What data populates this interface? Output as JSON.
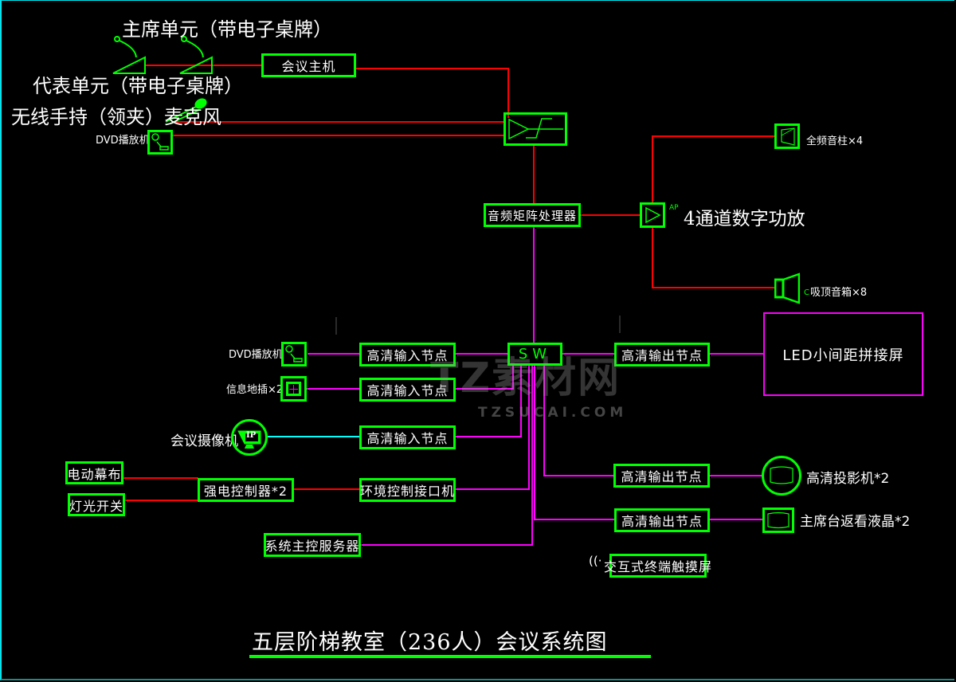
{
  "title": "五层阶梯教室（236人）会议系统图",
  "colors": {
    "background": "#000000",
    "box_border": "#00ff00",
    "audio_wire": "#ff0000",
    "video_wire": "#ff00ff",
    "camera_wire": "#00ffff",
    "frame": "#00e5ee",
    "text": "#ffffff"
  },
  "audio_section": {
    "chairman_unit_label": "主席单元（带电子桌牌）",
    "delegate_unit_label": "代表单元（带电子桌牌）",
    "wireless_mic_label": "无线手持（领夹）麦克风",
    "dvd_label": "DVD播放机",
    "conference_host": "会议主机",
    "audio_matrix": "音频矩阵处理器",
    "amp_tag": "AP",
    "amplifier_label": "4通道数字功放",
    "full_range_speaker": "全频音柱×4",
    "ceiling_speaker": "吸顶音箱×8",
    "ceiling_speaker_tag": "C"
  },
  "video_section": {
    "switch": "SW",
    "inputs": [
      {
        "source": "DVD播放机",
        "node": "高清输入节点"
      },
      {
        "source": "信息地插×2",
        "node": "高清输入节点"
      },
      {
        "source": "会议摄像机",
        "node": "高清输入节点"
      }
    ],
    "camera_tag": "IP",
    "outputs": [
      {
        "node": "高清输出节点",
        "target": "LED小间距拼接屏"
      },
      {
        "node": "高清输出节点",
        "target": "高清投影机*2"
      },
      {
        "node": "高清输出节点",
        "target": "主席台返看液晶*2"
      }
    ]
  },
  "control_section": {
    "screen": "电动幕布",
    "light_switch": "灯光开关",
    "power_controller": "强电控制器*2",
    "env_interface": "环境控制接口机",
    "master_server": "系统主控服务器",
    "touch_screen": "交互式终端触摸屏"
  },
  "watermark": {
    "text": "TZ素材网",
    "url_text": "TZSUCAI.COM"
  }
}
